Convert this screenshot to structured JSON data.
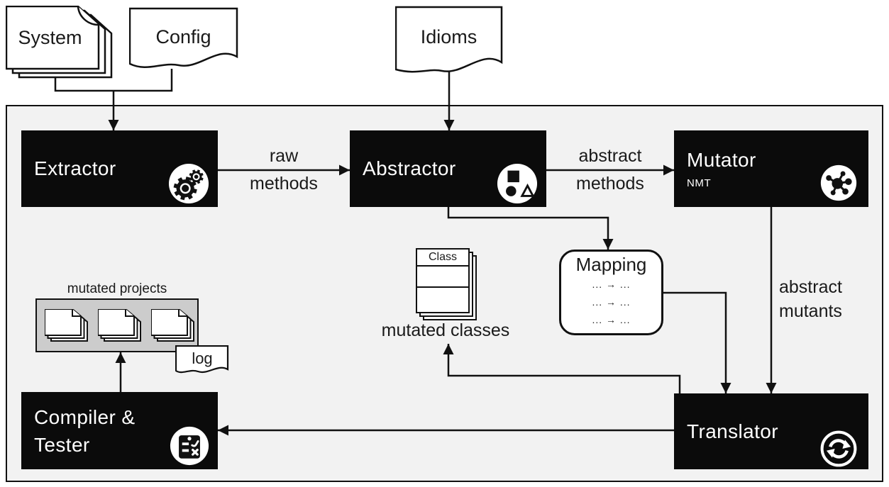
{
  "colors": {
    "canvas_bg": "#ffffff",
    "panel_bg": "#f2f2f2",
    "box_bg": "#0b0b0b",
    "box_text": "#ffffff",
    "line": "#111111",
    "projects_box_bg": "#cccccc",
    "label_text": "#1a1a1a"
  },
  "inputs": {
    "system": {
      "label": "System"
    },
    "config": {
      "label": "Config"
    },
    "idioms": {
      "label": "Idioms"
    }
  },
  "nodes": {
    "extractor": {
      "label": "Extractor",
      "icon": "gears-icon"
    },
    "abstractor": {
      "label": "Abstractor",
      "icon": "shapes-icon"
    },
    "mutator": {
      "label": "Mutator",
      "sublabel": "NMT",
      "icon": "virus-icon"
    },
    "mapping": {
      "label": "Mapping",
      "rows": [
        "... → ...",
        "... → ...",
        "... → ..."
      ]
    },
    "compiler": {
      "line1": "Compiler &",
      "line2": "Tester",
      "icon": "checklist-icon"
    },
    "translator": {
      "label": "Translator",
      "icon": "sync-icon"
    }
  },
  "artifacts": {
    "mutated_classes": {
      "label": "mutated classes",
      "card_header": "Class"
    },
    "mutated_projects": {
      "label": "mutated projects"
    },
    "log": {
      "label": "log"
    }
  },
  "edge_labels": {
    "raw_methods": {
      "line1": "raw",
      "line2": "methods"
    },
    "abstract_methods": {
      "line1": "abstract",
      "line2": "methods"
    },
    "abstract_mutants": {
      "line1": "abstract",
      "line2": "mutants"
    }
  }
}
